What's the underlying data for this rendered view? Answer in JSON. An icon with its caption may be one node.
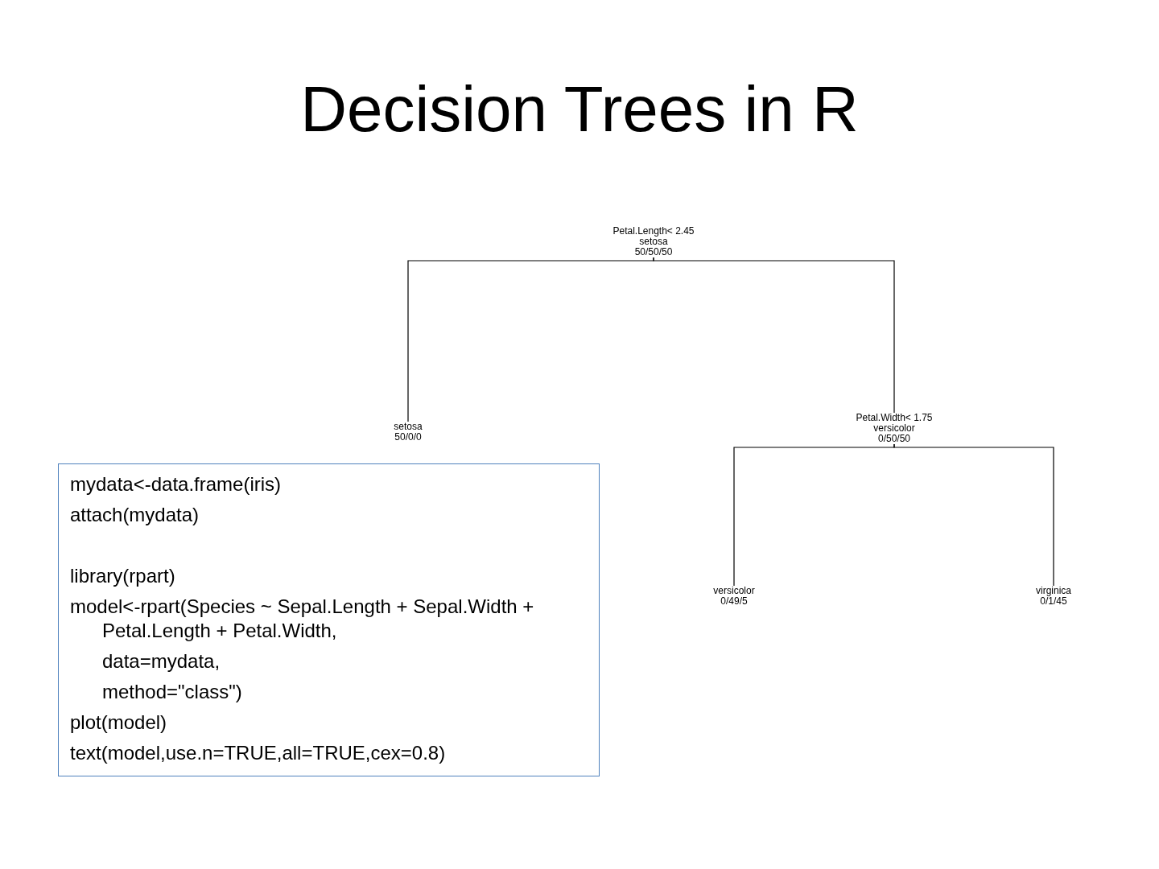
{
  "diagram": {
    "title": "Decision Trees in R",
    "nodes": [
      {
        "text": [
          "Petal.Length< 2.45",
          "setosa",
          "50/50/50"
        ]
      },
      {
        "text": [
          "setosa",
          "50/0/0"
        ]
      },
      {
        "text": [
          "Petal.Width< 1.75",
          "versicolor",
          "0/50/50"
        ]
      },
      {
        "text": [
          "mydata<-data.frame(iris)",
          "attach(mydata)",
          "library(rpart)",
          "model<-rpart(Species ~ Sepal.Length + Sepal.Width + Petal.Length + Petal.Width,",
          "data=mydata,",
          "method=\"class\")",
          "plot(model)",
          "text(model,use.n=TRUE,all=TRUE,cex=0.8)"
        ]
      },
      {
        "text": [
          "versicolor",
          "0/49/5"
        ]
      },
      {
        "text": [
          "virginica",
          "0/1/45"
        ]
      }
    ],
    "edges": [
      {
        "from": 0,
        "to": 1,
        "arrow": "none"
      },
      {
        "from": 0,
        "to": 2,
        "arrow": "none"
      },
      {
        "from": 2,
        "to": 4,
        "arrow": "none"
      },
      {
        "from": 2,
        "to": 5,
        "arrow": "none"
      }
    ]
  }
}
